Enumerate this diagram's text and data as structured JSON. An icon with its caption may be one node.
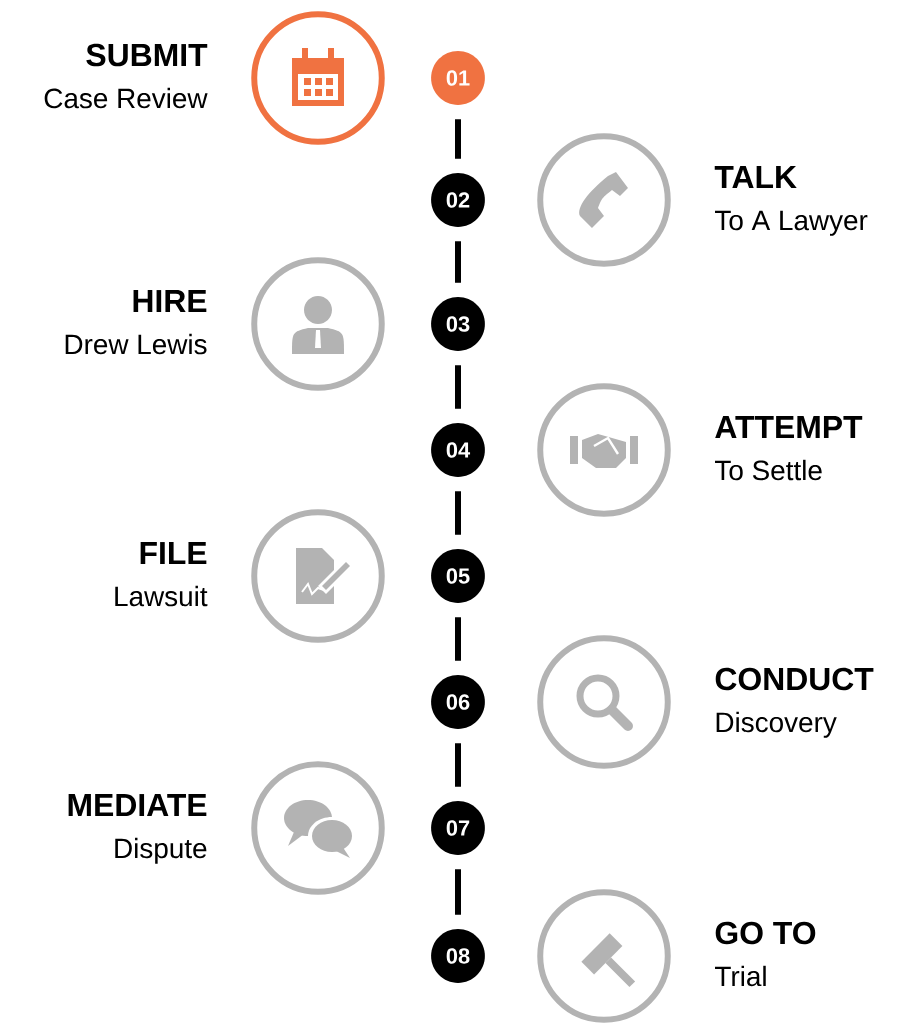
{
  "diagram": {
    "nodes": [
      {
        "text": [
          "SUBMIT",
          "Case Review"
        ]
      },
      {
        "text": [
          "01"
        ]
      },
      {
        "text": [
          "TALK",
          "To A Lawyer"
        ]
      },
      {
        "text": [
          "02"
        ]
      },
      {
        "text": [
          "HIRE",
          "Drew Lewis"
        ]
      },
      {
        "text": [
          "03"
        ]
      },
      {
        "text": [
          "ATTEMPT",
          "To Settle"
        ]
      },
      {
        "text": [
          "04"
        ]
      },
      {
        "text": [
          "FILE",
          "Lawsuit"
        ]
      },
      {
        "text": [
          "05"
        ]
      },
      {
        "text": [
          "CONDUCT",
          "Discovery"
        ]
      },
      {
        "text": [
          "06"
        ]
      },
      {
        "text": [
          "MEDIATE",
          "Dispute"
        ]
      },
      {
        "text": [
          "07"
        ]
      },
      {
        "text": [
          "GO TO",
          "Trial"
        ]
      },
      {
        "text": [
          "08"
        ]
      }
    ],
    "edges": [
      {
        "from": 1,
        "to": 3,
        "arrow": "none"
      },
      {
        "from": 3,
        "to": 5,
        "arrow": "none"
      },
      {
        "from": 5,
        "to": 7,
        "arrow": "none"
      },
      {
        "from": 7,
        "to": 9,
        "arrow": "none"
      },
      {
        "from": 9,
        "to": 11,
        "arrow": "none"
      },
      {
        "from": 11,
        "to": 13,
        "arrow": "none"
      },
      {
        "from": 13,
        "to": 15,
        "arrow": "none"
      }
    ]
  }
}
